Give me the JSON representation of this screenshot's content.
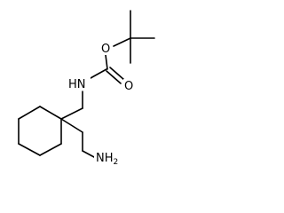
{
  "structure": {
    "atoms": {
      "carbonyl_oxygen": {
        "label": "O"
      },
      "ester_oxygen": {
        "label": "O"
      },
      "amide_nitrogen": {
        "label": "HN"
      },
      "amine_group": {
        "label": "NH",
        "subscript": "2"
      }
    },
    "colors": {
      "bond": "#000000",
      "label": "#000000",
      "background": "#ffffff"
    }
  }
}
